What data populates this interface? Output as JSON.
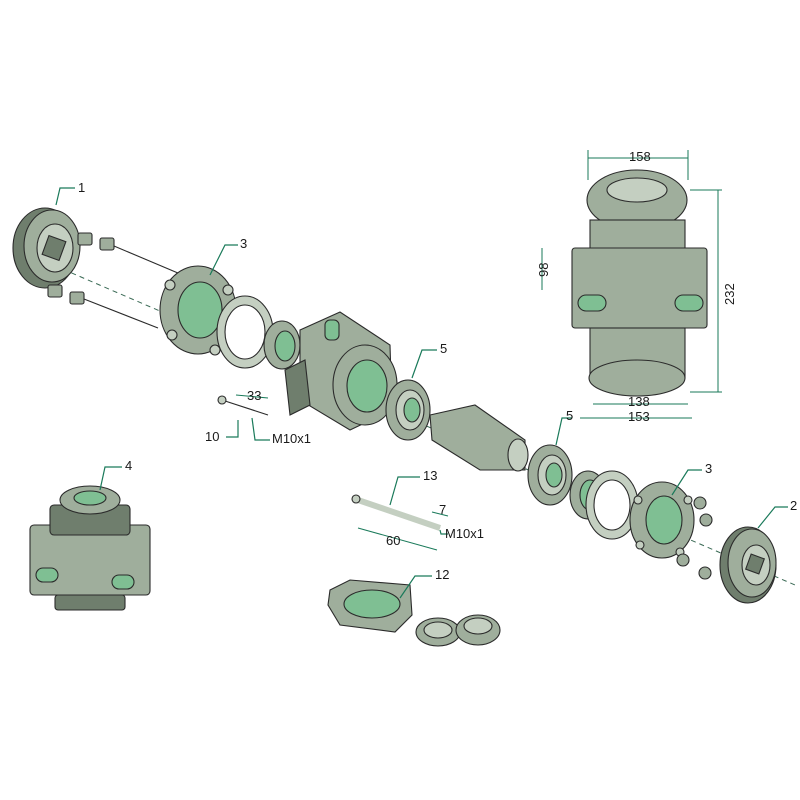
{
  "labels": {
    "p1": "1",
    "p2": "2",
    "p3a": "3",
    "p3b": "3",
    "p4": "4",
    "p5a": "5",
    "p5b": "5",
    "p10": "10",
    "p12": "12",
    "p13": "13"
  },
  "dimensions": {
    "d158": "158",
    "d98": "98",
    "d232": "232",
    "d138": "138",
    "d153": "153",
    "d33": "33",
    "m10a": "M10x1",
    "d7": "7",
    "d60": "60",
    "m10b": "M10x1"
  },
  "colors": {
    "part": "#9fae9c",
    "accent_green": "#7fbf93",
    "dimension_lines": "#1a7a5a"
  }
}
